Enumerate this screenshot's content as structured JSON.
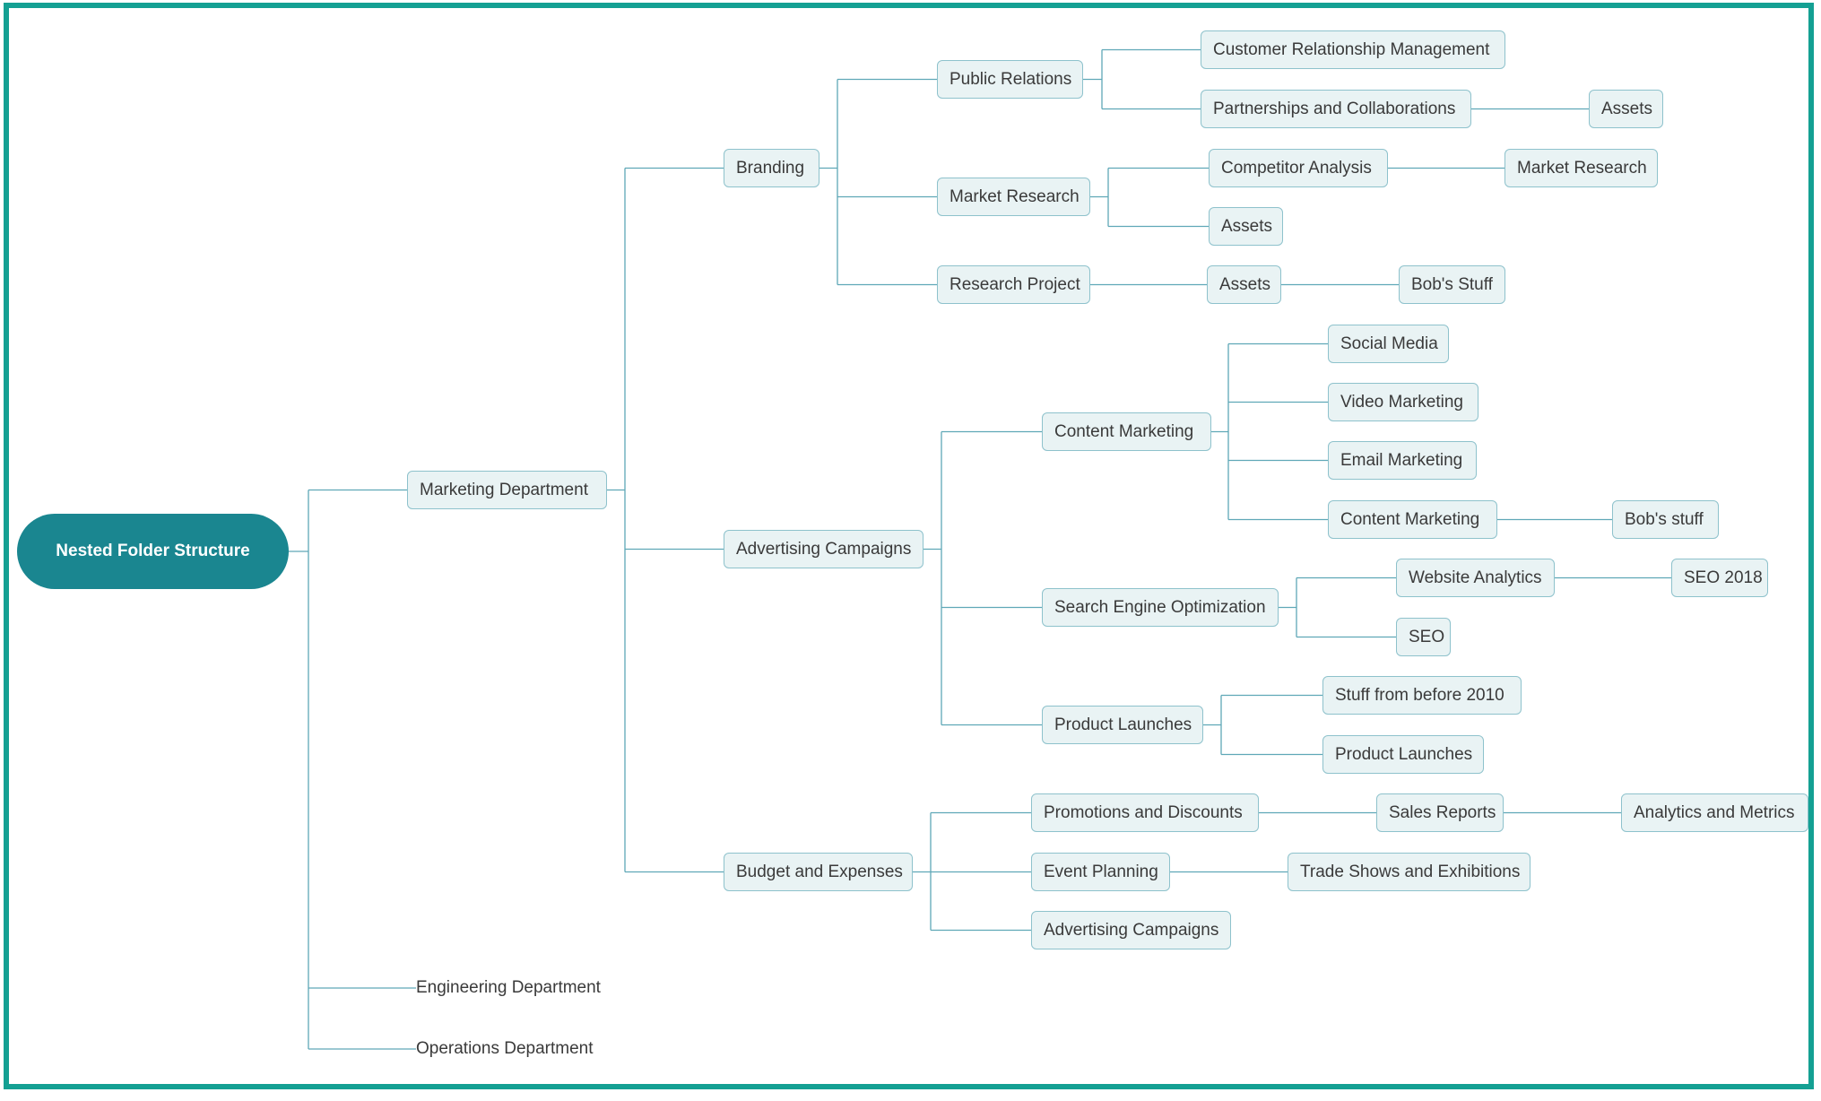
{
  "diagram": {
    "root": "Nested Folder Structure",
    "colors": {
      "frame": "#14a093",
      "root_fill": "#1a8690",
      "node_fill": "#e9f3f4",
      "node_border": "#8ec2cc",
      "edge": "#5fa8b7"
    },
    "departments": {
      "marketing": {
        "label": "Marketing Department",
        "branding": {
          "label": "Branding",
          "public_relations": {
            "label": "Public Relations",
            "crm": "Customer Relationship Management",
            "partnerships": "Partnerships and Collaborations",
            "partnerships_assets": "Assets"
          },
          "market_research": {
            "label": "Market Research",
            "competitor_analysis": "Competitor Analysis",
            "competitor_market_research": "Market Research",
            "assets": "Assets"
          },
          "research_project": {
            "label": "Research Project",
            "assets": "Assets",
            "bobs_stuff": "Bob's Stuff"
          }
        },
        "advertising": {
          "label": "Advertising Campaigns",
          "content_marketing": {
            "label": "Content Marketing",
            "social_media": "Social Media",
            "video_marketing": "Video Marketing",
            "email_marketing": "Email Marketing",
            "content_marketing_sub": "Content Marketing",
            "bobs_stuff": "Bob's stuff"
          },
          "seo": {
            "label": "Search Engine Optimization",
            "website_analytics": "Website Analytics",
            "seo_2018": "SEO 2018",
            "seo_folder": "SEO"
          },
          "product_launches": {
            "label": "Product Launches",
            "before_2010": "Stuff from before 2010",
            "product_launches_sub": "Product Launches"
          }
        },
        "budget": {
          "label": "Budget and Expenses",
          "promotions": {
            "label": "Promotions and Discounts",
            "sales_reports": "Sales Reports",
            "analytics_metrics": "Analytics and Metrics"
          },
          "event_planning": {
            "label": "Event Planning",
            "trade_shows": "Trade Shows and Exhibitions"
          },
          "advertising_campaigns": "Advertising Campaigns"
        }
      },
      "engineering": {
        "label": "Engineering Department"
      },
      "operations": {
        "label": "Operations Department"
      }
    }
  }
}
